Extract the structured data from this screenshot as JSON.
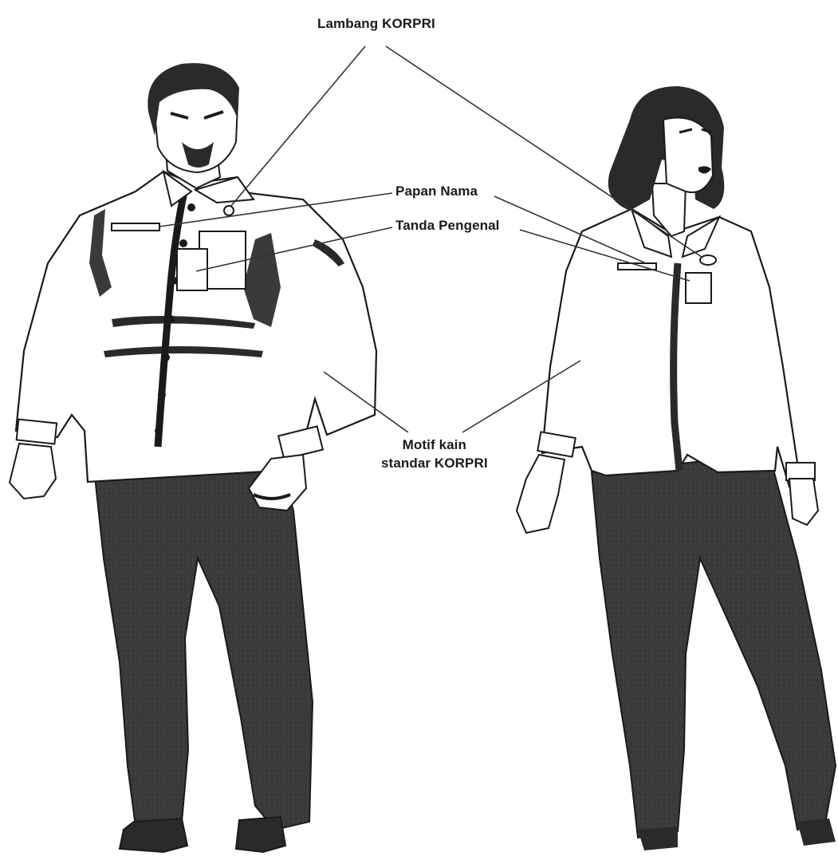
{
  "labels": {
    "lambang": "Lambang KORPRI",
    "papan_nama": "Papan Nama",
    "tanda_pengenal": "Tanda Pengenal",
    "motif_line1": "Motif kain",
    "motif_line2": "standar KORPRI"
  },
  "figures": [
    {
      "name": "male-figure",
      "icon": "man-in-uniform-icon"
    },
    {
      "name": "female-figure",
      "icon": "woman-in-uniform-icon"
    }
  ],
  "colors": {
    "ink": "#1a1a1a",
    "trousers": "#3a3a3a",
    "shirt": "#ffffff",
    "background": "#ffffff"
  }
}
